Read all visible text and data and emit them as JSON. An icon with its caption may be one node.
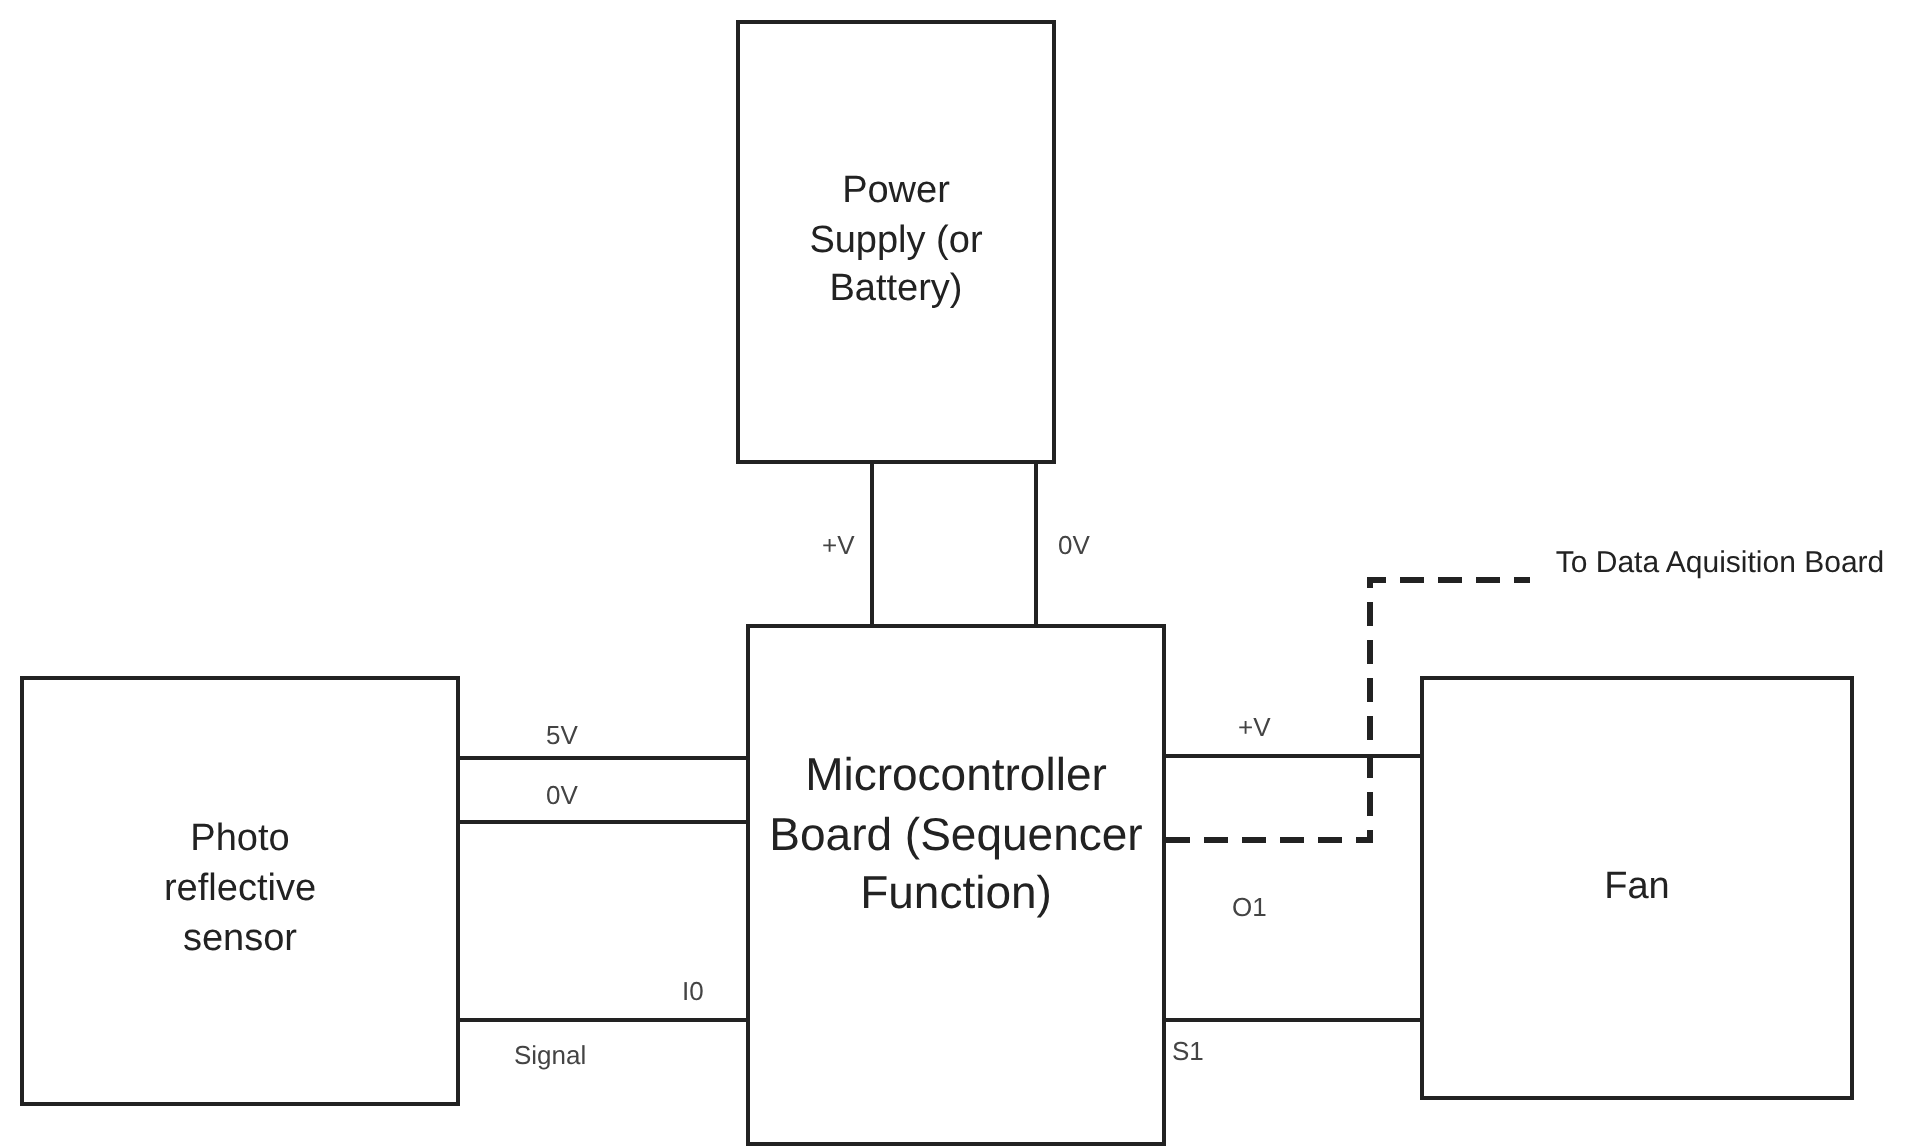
{
  "diagram": {
    "nodes": [
      {
        "text": [
          "Power Supply (or Battery)"
        ]
      },
      {
        "text": [
          "Microcontroller Board (Sequencer Function)"
        ]
      },
      {
        "text": [
          "Photo reflective sensor"
        ]
      },
      {
        "text": [
          "Fan"
        ]
      },
      {
        "text": [
          "To Data Aquisition Board"
        ]
      }
    ],
    "edges": [
      {
        "from": 0,
        "to": 1,
        "arrow": "none",
        "label": "+V"
      },
      {
        "from": 0,
        "to": 1,
        "arrow": "none",
        "label": "0V"
      },
      {
        "from": 2,
        "to": 1,
        "arrow": "none",
        "label": "5V"
      },
      {
        "from": 2,
        "to": 1,
        "arrow": "none",
        "label": "0V"
      },
      {
        "from": 2,
        "to": 1,
        "arrow": "none",
        "label": "Signal"
      },
      {
        "from": 1,
        "to": 3,
        "arrow": "none",
        "label": "+V"
      },
      {
        "from": 1,
        "to": 4,
        "arrow": "none",
        "label": "O1",
        "style": "dashed"
      },
      {
        "from": 1,
        "to": 3,
        "arrow": "none",
        "label": "S1"
      }
    ],
    "labels": [
      "I0"
    ]
  }
}
